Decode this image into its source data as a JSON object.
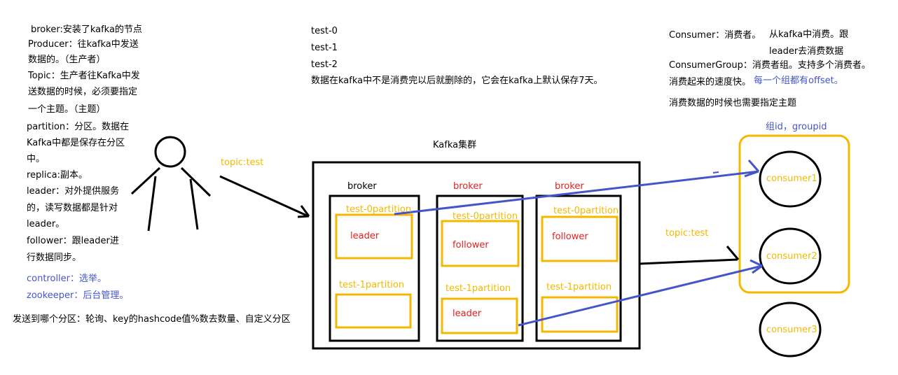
{
  "left_notes": {
    "broker": "broker:安装了kafka的节点",
    "producer_1": "Producer：往kafka中发送",
    "producer_2": "数据的。（生产者）",
    "topic_1": "Topic：生产者往Kafka中发",
    "topic_2": "送数据的时候，必须要指定",
    "topic_3": "一个主题。（主题）",
    "partition_1": "partition：分区。数据在",
    "partition_2": "Kafka中都是保存在分区",
    "partition_3": "中。",
    "replica": "replica:副本。",
    "leader_1": "leader：对外提供服务",
    "leader_2": "的，读写数据都是针对",
    "leader_3": "leader。",
    "follower_1": "follower：跟leader进",
    "follower_2": "行数据同步。",
    "controller": "controller：选举。",
    "zookeeper": "zookeeper：后台管理。",
    "partition_strategy": "发送到哪个分区：轮询、key的hashcode值%数去数量、自定义分区"
  },
  "top_center": {
    "topic0": "test-0",
    "topic1": "test-1",
    "topic2": "test-2",
    "retention": "数据在kafka中不是消费完以后就删除的，它会在kafka上默认保存7天。"
  },
  "right_notes": {
    "consumer_1": "Consumer：消费者。",
    "consumer_2": "从kafka中消费。跟",
    "consumer_3": "leader去消费数据",
    "group_1": "ConsumerGroup：消费者组。支持多个消费者。",
    "group_2": "消费起来的速度快。",
    "group_3": "每一个组都有offset。",
    "topic_need": "消费数据的时候也需要指定主题"
  },
  "diagram": {
    "producer_topic": "topic:test",
    "consumer_topic": "topic:test",
    "cluster_title": "Kafka集群",
    "brokers": [
      {
        "label": "broker",
        "p0_label": "test-0partition",
        "p0_role": "leader",
        "p1_label": "test-1partition",
        "p1_role": ""
      },
      {
        "label": "broker",
        "p0_label": "test-0partition",
        "p0_role": "follower",
        "p1_label": "test-1partition",
        "p1_role": "leader"
      },
      {
        "label": "broker",
        "p0_label": "test-0partition",
        "p0_role": "follower",
        "p1_label": "test-1partition",
        "p1_role": ""
      }
    ],
    "group_label": "组id，groupid",
    "consumers": [
      "consumer1",
      "consumer2",
      "consumer3"
    ],
    "colors": {
      "orange": "#f5b800",
      "blue": "#4455cc",
      "red": "#e02020",
      "black": "#000000"
    }
  }
}
